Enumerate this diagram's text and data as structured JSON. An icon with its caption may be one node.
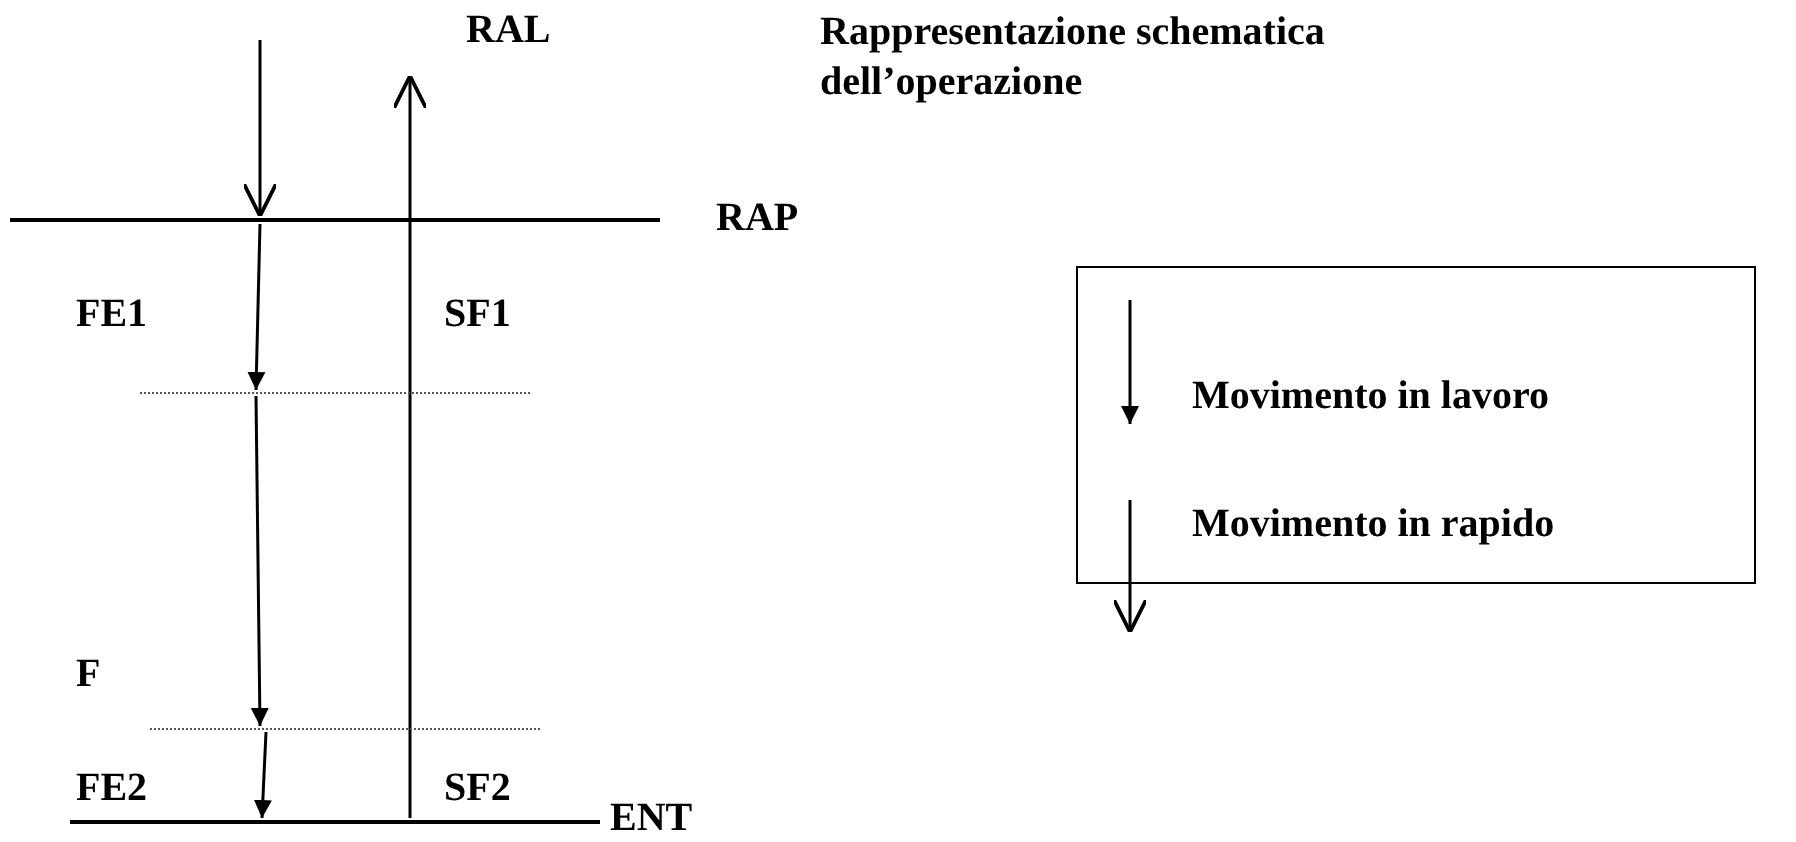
{
  "diagram": {
    "title": "Rappresentazione schematica dell’operazione",
    "nodes": [
      {
        "text": [
          "RAP"
        ]
      },
      {
        "text": [],
        "shape": "line"
      },
      {
        "text": [],
        "shape": "line"
      },
      {
        "text": [
          "ENT"
        ]
      },
      {
        "text": [
          "RAL"
        ]
      }
    ],
    "edges": [
      {
        "from": null,
        "to": 0,
        "arrow": "to"
      },
      {
        "from": 0,
        "to": 1,
        "arrow": "to",
        "label": "FE1"
      },
      {
        "from": 1,
        "to": 2,
        "arrow": "to",
        "label": "F"
      },
      {
        "from": 2,
        "to": 3,
        "arrow": "to",
        "label": "FE2"
      },
      {
        "from": 3,
        "to": 4,
        "arrow": "to"
      }
    ],
    "labels": [
      "SF1",
      "SF2"
    ],
    "legend": [
      {
        "text": "Movimento in lavoro"
      },
      {
        "text": "Movimento in rapido"
      }
    ]
  }
}
